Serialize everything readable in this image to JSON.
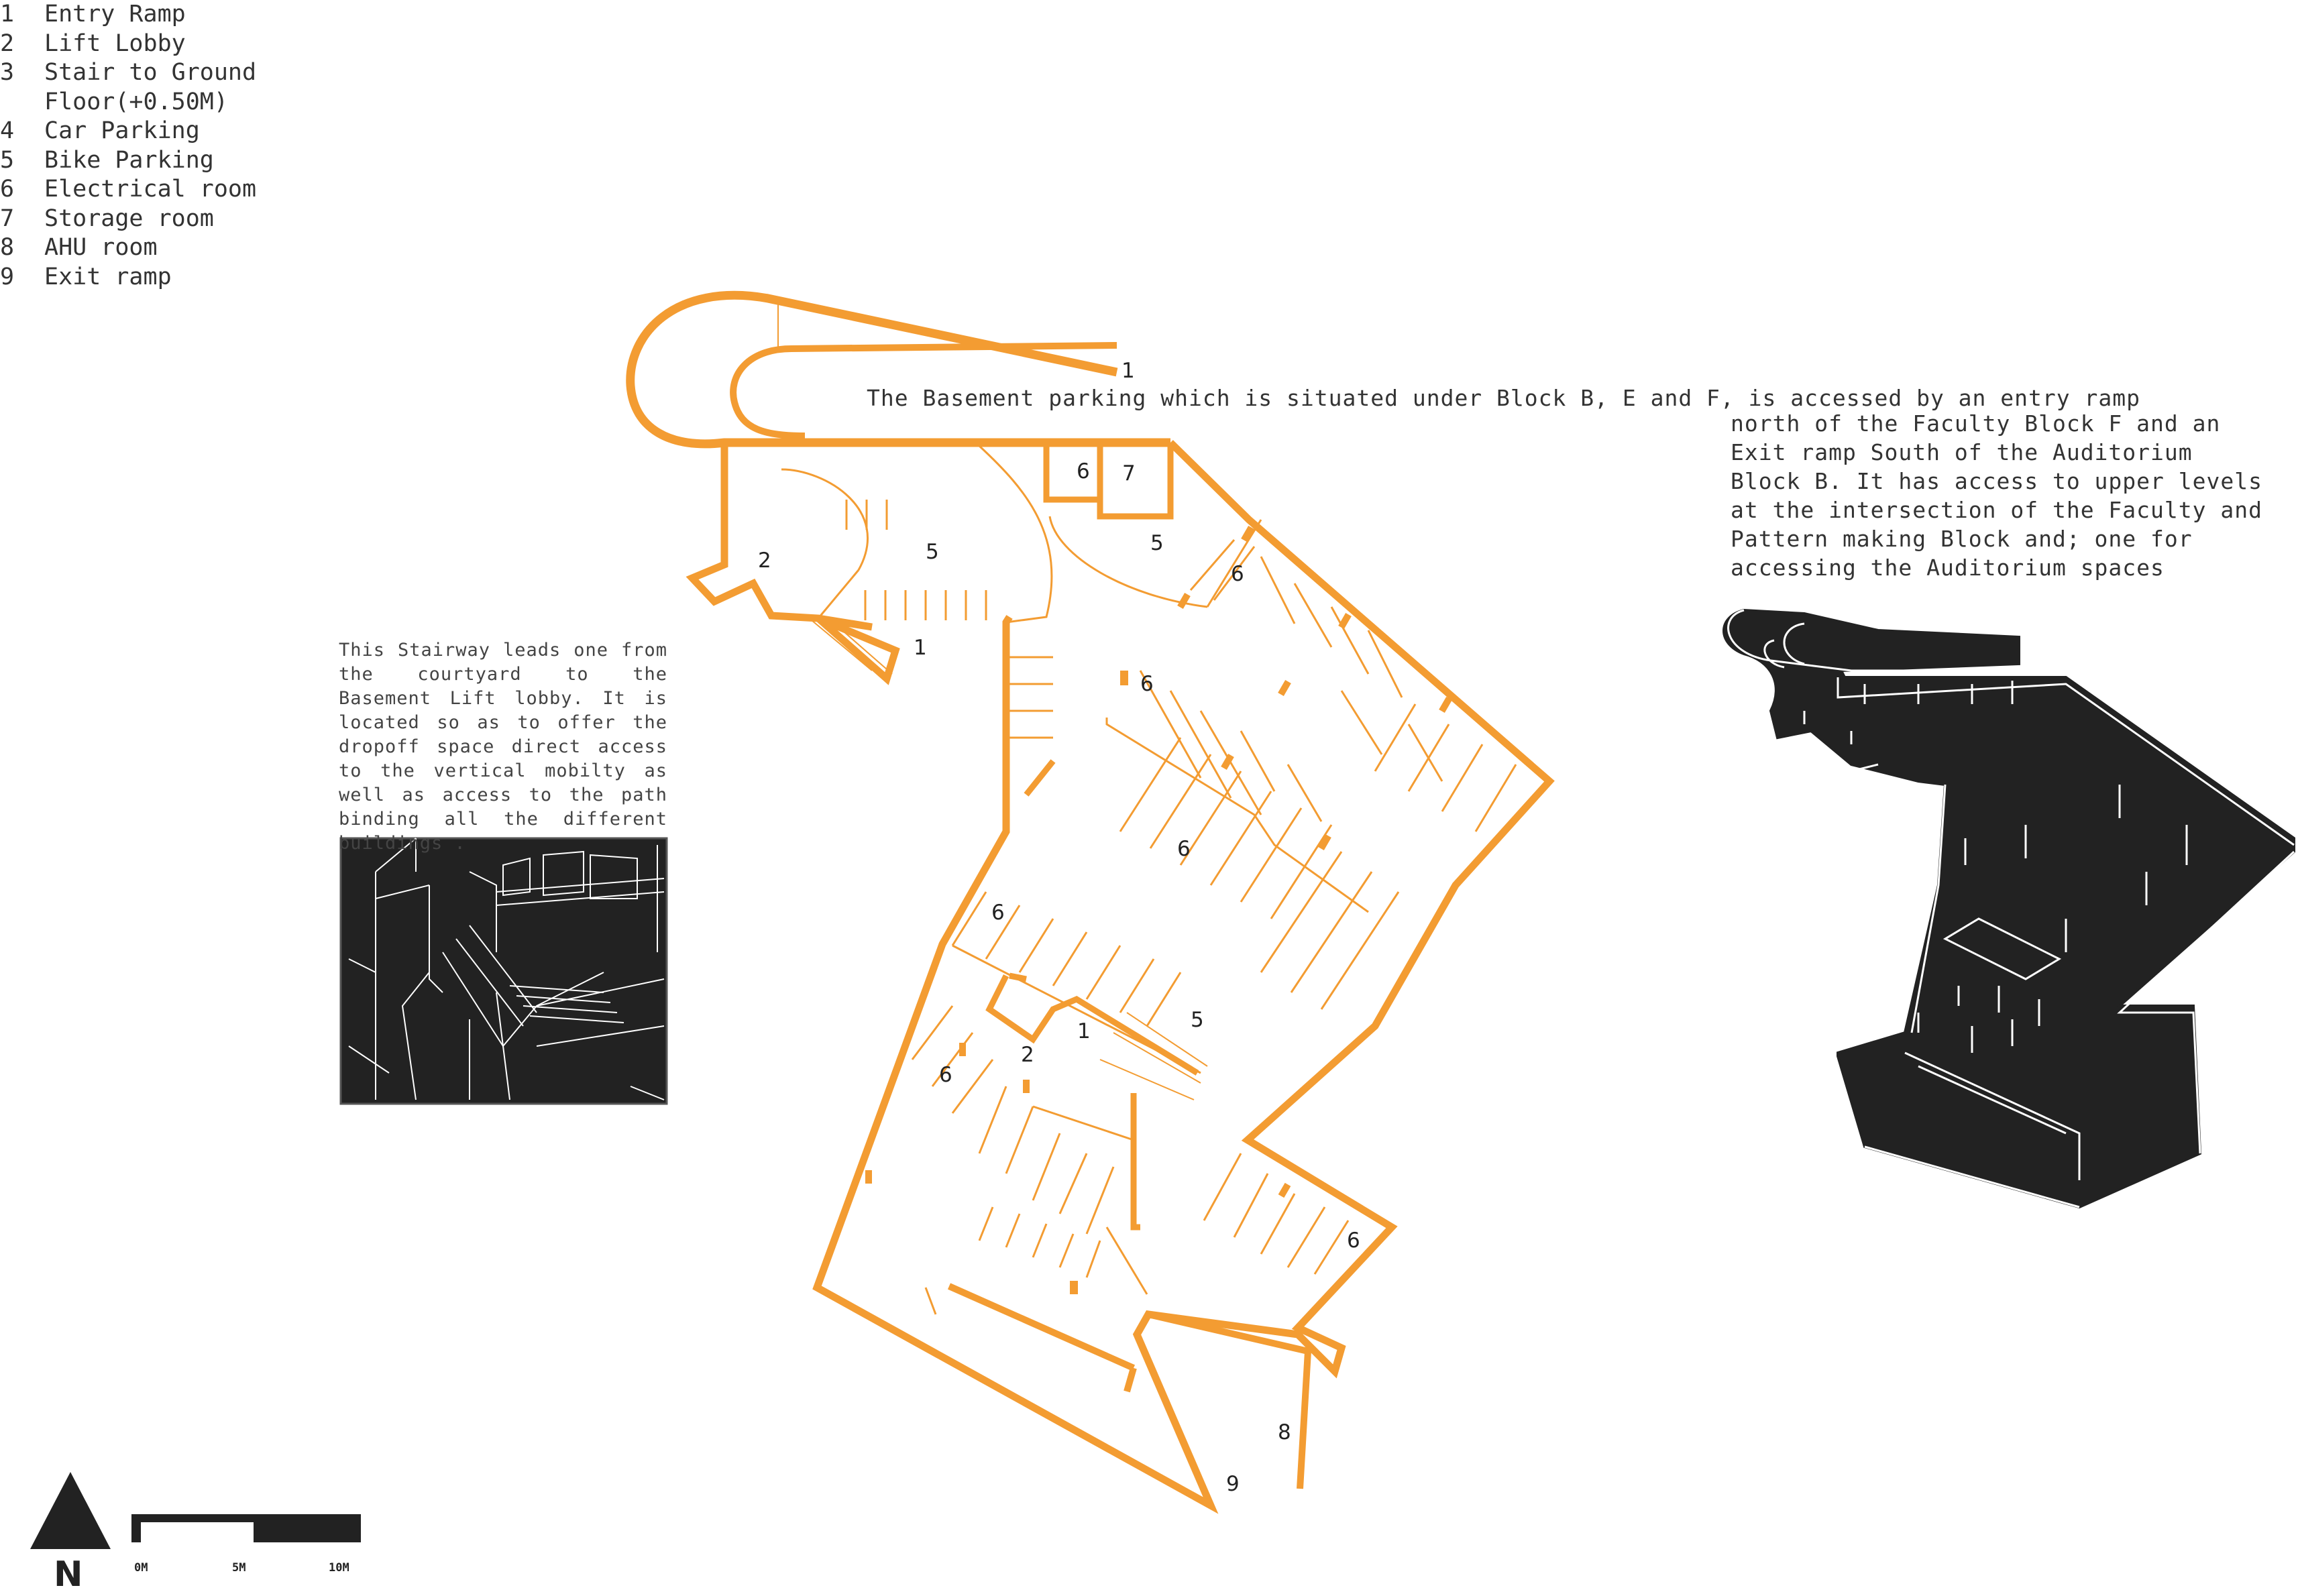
{
  "legend": [
    {
      "num": "1",
      "label": "Entry Ramp"
    },
    {
      "num": "2",
      "label": "Lift Lobby"
    },
    {
      "num": "3",
      "label": "Stair to Ground",
      "cont": "Floor(+0.50M)"
    },
    {
      "num": "4",
      "label": "Car Parking"
    },
    {
      "num": "5",
      "label": "Bike Parking"
    },
    {
      "num": "6",
      "label": "Electrical room"
    },
    {
      "num": "7",
      "label": "Storage room"
    },
    {
      "num": "8",
      "label": "AHU room"
    },
    {
      "num": "9",
      "label": "Exit ramp"
    }
  ],
  "description": {
    "line1": "The Basement parking which is situated under Block B, E and F, is accessed by an entry ramp",
    "line2": "north of the Faculty Block F and an",
    "line3": "Exit ramp South of the Auditorium",
    "line4": "Block B. It has access to upper levels",
    "line5": "at the intersection of the Faculty and",
    "line6": "Pattern making Block and; one for",
    "line7": "accessing the Auditorium spaces"
  },
  "stair_note": "This Stairway leads one from the courtyard to the Basement Lift lobby. It is located so as to offer the dropoff space direct access to the vertical mobilty as well as access to the path binding all the different buildings .",
  "plan_labels": {
    "entry_ramp": "1",
    "room_6_top": "6",
    "room_7": "7",
    "lift_2_top": "2",
    "bike_5_left": "5",
    "bike_5_right": "5",
    "stair_1_top": "1",
    "elec_6_a": "6",
    "elec_6_b": "6",
    "elec_6_c": "6",
    "elec_6_d": "6",
    "lift_2_mid": "2",
    "stair_1_mid": "1",
    "bike_5_mid": "5",
    "elec_6_e": "6",
    "elec_6_f": "6",
    "ahu_8": "8",
    "exit_9": "9"
  },
  "scale": {
    "s0": "0M",
    "s5": "5M",
    "s10": "10M"
  },
  "north": "N",
  "colors": {
    "wall": "#f39c32",
    "ink": "#222222",
    "text": "#333333",
    "model": "#222222"
  }
}
